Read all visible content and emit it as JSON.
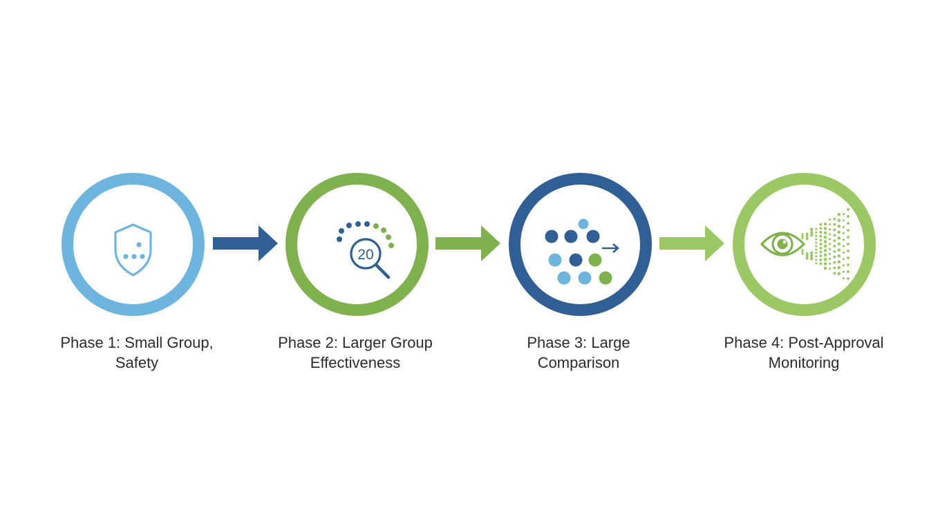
{
  "colors": {
    "light_blue": "#6db5de",
    "medium_green": "#7fb24f",
    "dark_blue": "#2f5f94",
    "light_green": "#9bc765",
    "label_text": "#2b2b2b"
  },
  "phases": [
    {
      "label_line1": "Phase 1: Small Group,",
      "label_line2": "Safety",
      "icon": "shield-with-dots-icon",
      "ring_color": "#6db5de"
    },
    {
      "label_line1": "Phase 2: Larger Group",
      "label_line2": "Effectiveness",
      "icon": "magnifier-with-dots-icon",
      "icon_number": "20",
      "ring_color": "#7fb24f"
    },
    {
      "label_line1": "Phase 3: Large",
      "label_line2": "Comparison",
      "icon": "dot-grid-comparison-icon",
      "ring_color": "#2f5f94"
    },
    {
      "label_line1": "Phase 4: Post-Approval",
      "label_line2": "Monitoring",
      "icon": "eye-with-dots-icon",
      "ring_color": "#9bc765"
    }
  ],
  "arrows": [
    {
      "icon": "arrow-right-icon",
      "color": "#2f5f94"
    },
    {
      "icon": "arrow-right-icon",
      "color": "#7fb24f"
    },
    {
      "icon": "arrow-right-icon",
      "color": "#9bc765"
    }
  ]
}
